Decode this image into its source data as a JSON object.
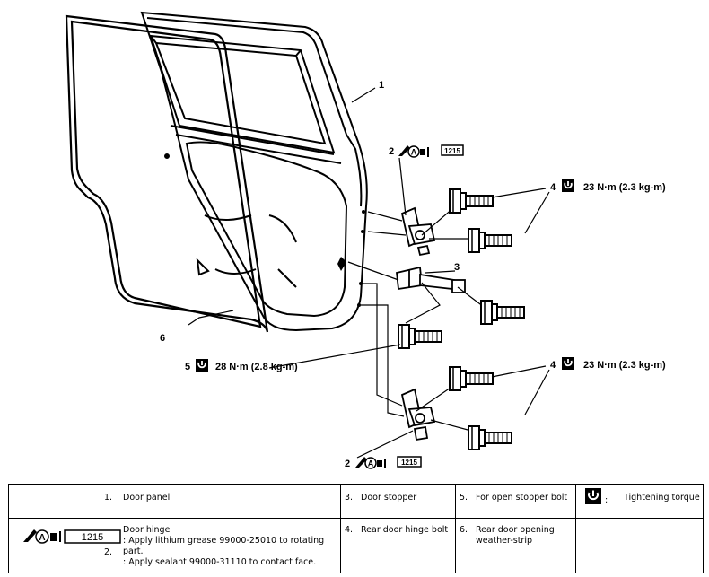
{
  "callouts": {
    "c1": "1",
    "c2_top": "2",
    "c2_bottom": "2",
    "c3": "3",
    "c4_top": "4",
    "c4_bottom": "4",
    "c5": "5",
    "c6": "6",
    "torque_top": "23 N·m (2.3 kg-m)",
    "torque_bottom": "23 N·m (2.3 kg-m)",
    "torque_stopper": "28 N·m (2.8 kg-m)",
    "code_top": "1215",
    "code_bottom": "1215"
  },
  "legend": {
    "item1_num": "1.",
    "item1_label": "Door panel",
    "item2_num": "2.",
    "item2_label": "Door hinge",
    "item2_note1": ": Apply lithium grease 99000-25010 to rotating part.",
    "item2_note2": ": Apply sealant 99000-31110 to contact face.",
    "item2_code": "1215",
    "item3_num": "3.",
    "item3_label": "Door stopper",
    "item4_num": "4.",
    "item4_label": "Rear door hinge bolt",
    "item5_num": "5.",
    "item5_label": "For open stopper bolt",
    "item6_num": "6.",
    "item6_label": "Rear door opening weather-strip",
    "torque_colon": ":",
    "torque_label": "Tightening torque"
  }
}
